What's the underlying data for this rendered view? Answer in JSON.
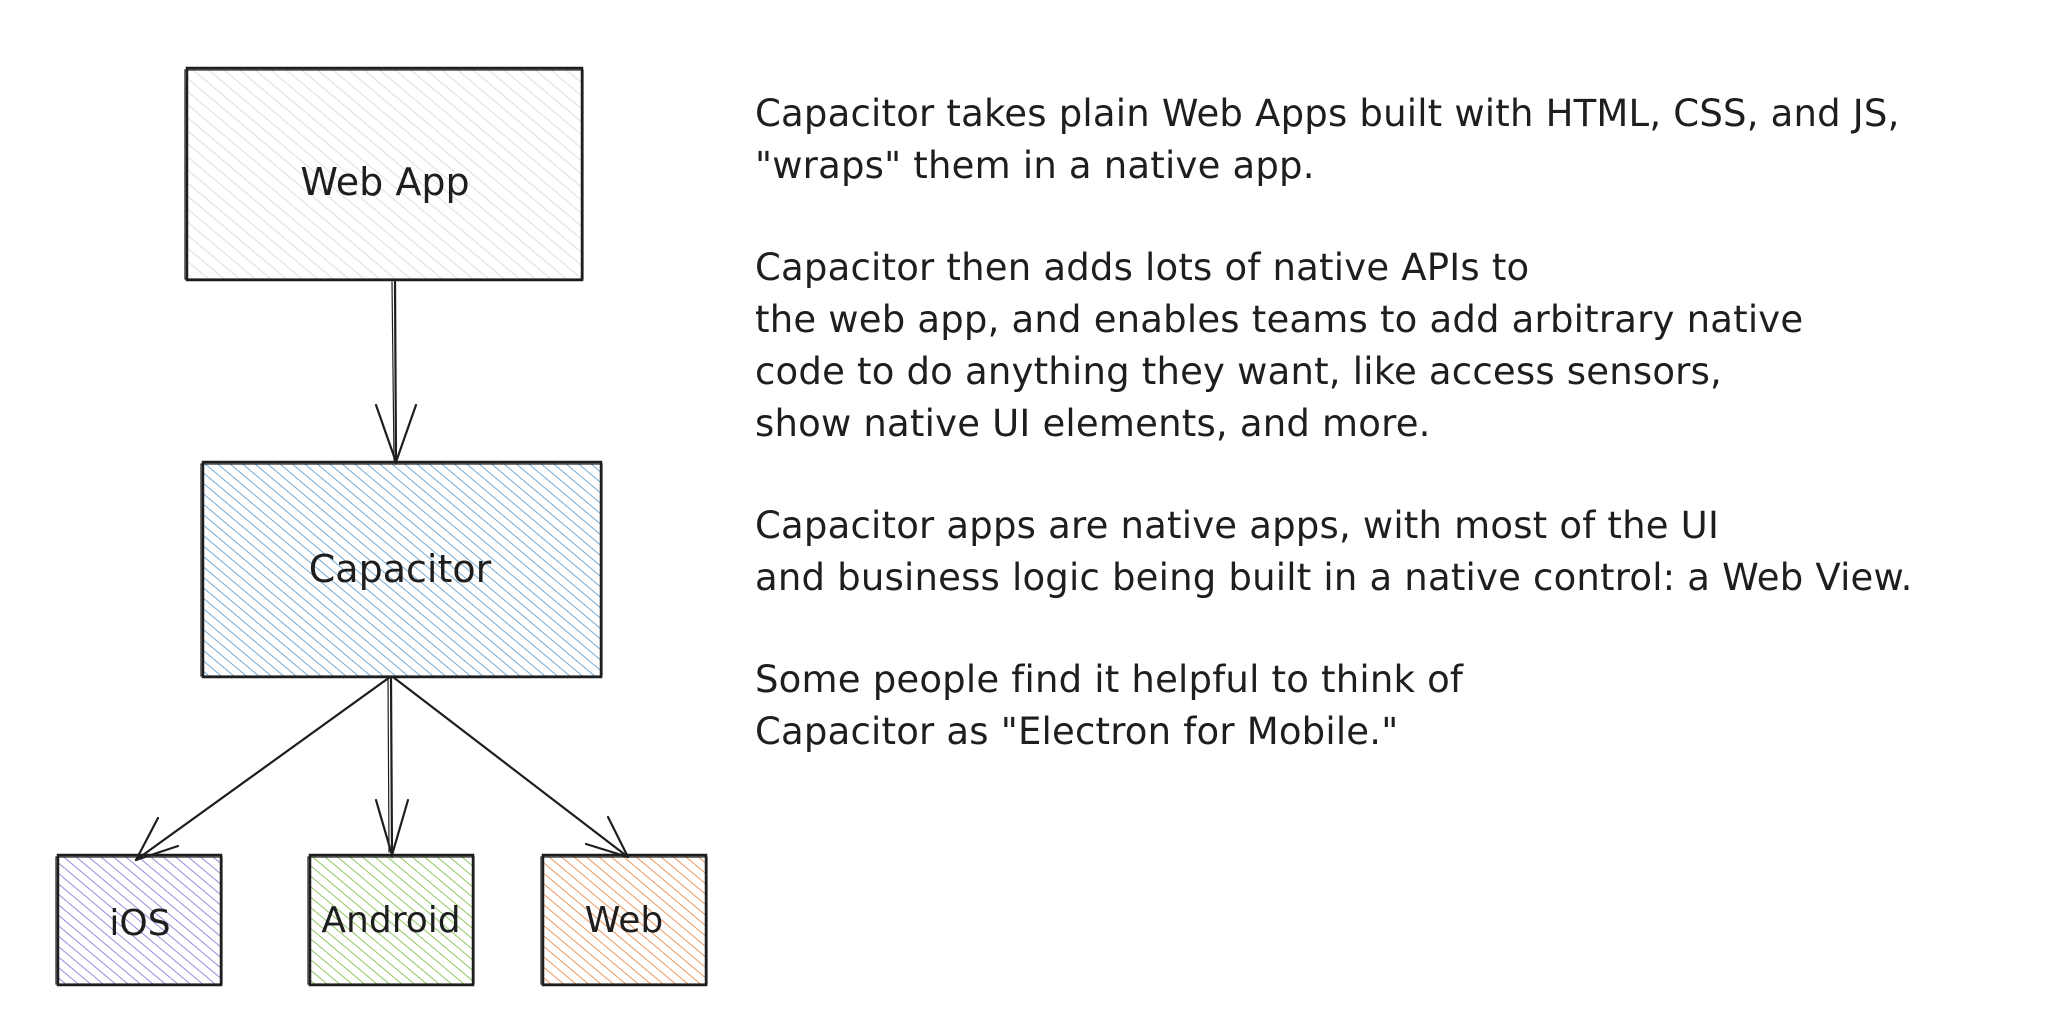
{
  "diagram": {
    "nodes": {
      "web_app": {
        "label": "Web App",
        "fill": "#bfbfbf",
        "hatch": "#b8b8b8"
      },
      "capacitor": {
        "label": "Capacitor",
        "fill": "#5fa3d4",
        "hatch": "#4a90c8"
      },
      "ios": {
        "label": "iOS",
        "fill": "#8b7ad6",
        "hatch": "#7b68d0"
      },
      "android": {
        "label": "Android",
        "fill": "#7cc43a",
        "hatch": "#6db82e"
      },
      "web": {
        "label": "Web",
        "fill": "#ef8a3b",
        "hatch": "#e8782a"
      }
    },
    "edges": [
      {
        "from": "Web App",
        "to": "Capacitor"
      },
      {
        "from": "Capacitor",
        "to": "iOS"
      },
      {
        "from": "Capacitor",
        "to": "Android"
      },
      {
        "from": "Capacitor",
        "to": "Web"
      }
    ]
  },
  "notes": {
    "p1": [
      "Capacitor takes plain Web Apps built with HTML, CSS, and JS,",
      "\"wraps\" them in a native app."
    ],
    "p2": [
      "Capacitor then adds lots of native APIs to",
      "the web app, and enables teams to add arbitrary native",
      "code to do anything they want, like access sensors,",
      "show native UI elements, and more."
    ],
    "p3": [
      "Capacitor apps are native apps, with most of the UI",
      "and business logic being built in a native control: a Web View."
    ],
    "p4": [
      "Some people find it helpful to think of",
      "Capacitor as \"Electron for Mobile.\""
    ]
  }
}
